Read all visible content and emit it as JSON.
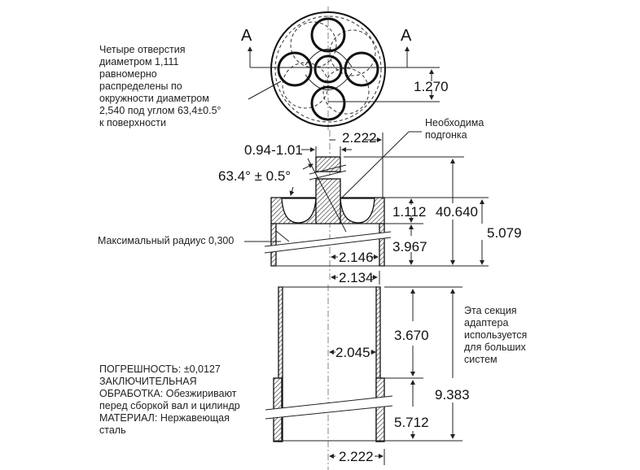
{
  "section_labels": {
    "left": "A",
    "right": "A"
  },
  "notes": {
    "holes": "Четыре отверстия\nдиаметром 1,111\nравномерно\nраспределены по\nокружности диаметром\n2,540 под углом 63,4±0.5°\nк поверхности",
    "fit_required": "Необходима\nподгонка",
    "max_radius": "Максимальный радиус 0,300",
    "spec": "ПОГРЕШНОСТЬ: ±0,0127\nЗАКЛЮЧИТЕЛЬНАЯ\nОБРАБОТКА: Обезжиривают\nперед сборкой вал и цилиндр\nМАТЕРИАЛ: Нержавеющая\nсталь",
    "section_use": "Эта секция\nадаптера\nиспользуется\nдля больших\nсистем"
  },
  "dimensions": {
    "hole_offset": "1.270",
    "top_width": "2.222",
    "tolerance_gap": "0.94-1.01",
    "angle": "63.4° ± 0.5°",
    "cup_height": "1.112",
    "overall_height": "40.640",
    "upper_height": "5.079",
    "ring_height": "3.967",
    "ring_inner": "2.146",
    "ring_outer": "2.134",
    "tube_upper_height": "3.670",
    "tube_inner": "2.045",
    "tube_total_height": "9.383",
    "tube_lower_height": "5.712",
    "tube_outer": "2.222"
  }
}
